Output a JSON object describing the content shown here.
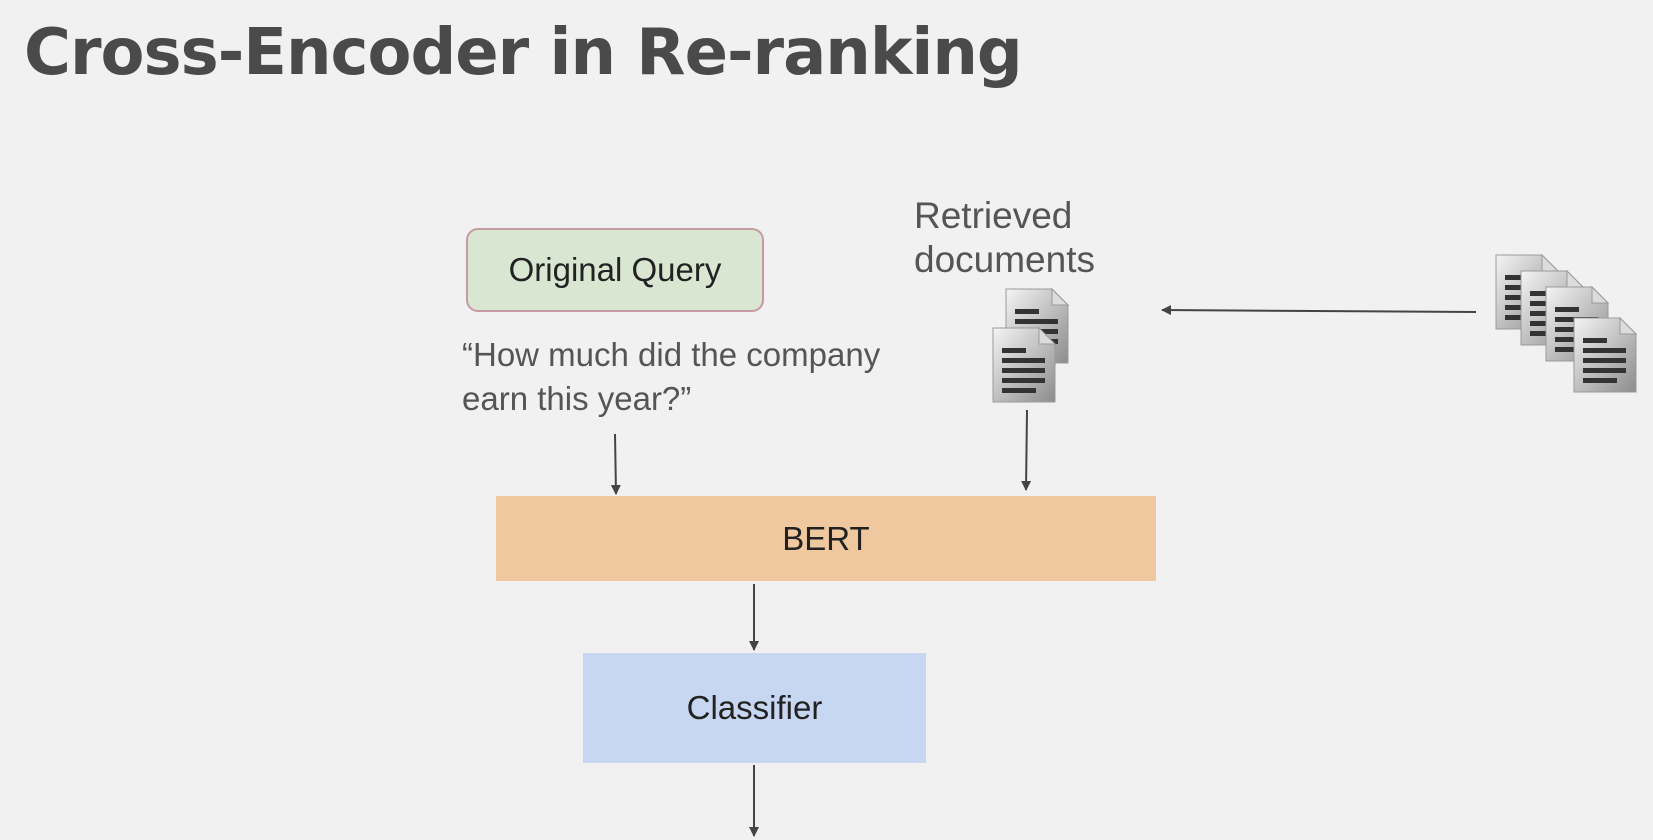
{
  "title": "Cross-Encoder in Re-ranking",
  "diagram": {
    "query_box_label": "Original Query",
    "query_text": "“How much did the company earn this year?”",
    "retrieved_label": "Retrieved documents",
    "bert_label": "BERT",
    "classifier_label": "Classifier",
    "icons": [
      "document-stack-icon",
      "document-collection-icon"
    ],
    "colors": {
      "query_box": "#d9e6d2",
      "bert_box": "#f0c8a0",
      "classifier_box": "#c7d6f1",
      "arrow": "#444444"
    }
  }
}
